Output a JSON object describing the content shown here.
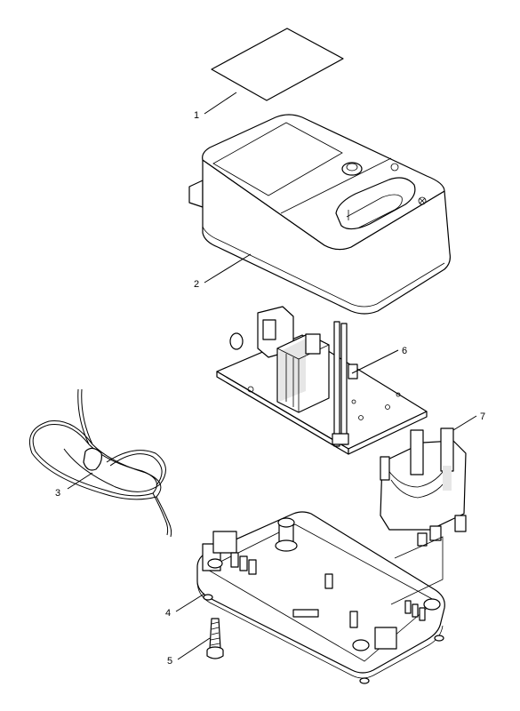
{
  "diagram": {
    "type": "exploded-parts-view",
    "callouts": [
      {
        "id": "callout-1",
        "text": "1"
      },
      {
        "id": "callout-2",
        "text": "2"
      },
      {
        "id": "callout-3",
        "text": "3"
      },
      {
        "id": "callout-4",
        "text": "4"
      },
      {
        "id": "callout-5",
        "text": "5"
      },
      {
        "id": "callout-6",
        "text": "6"
      },
      {
        "id": "callout-7",
        "text": "7"
      }
    ],
    "parts": [
      {
        "callout": "1",
        "name": "label-plate"
      },
      {
        "callout": "2",
        "name": "top-housing"
      },
      {
        "callout": "3",
        "name": "power-cord"
      },
      {
        "callout": "4",
        "name": "base-housing"
      },
      {
        "callout": "5",
        "name": "screw"
      },
      {
        "callout": "6",
        "name": "circuit-board"
      },
      {
        "callout": "7",
        "name": "battery-holder"
      }
    ]
  }
}
